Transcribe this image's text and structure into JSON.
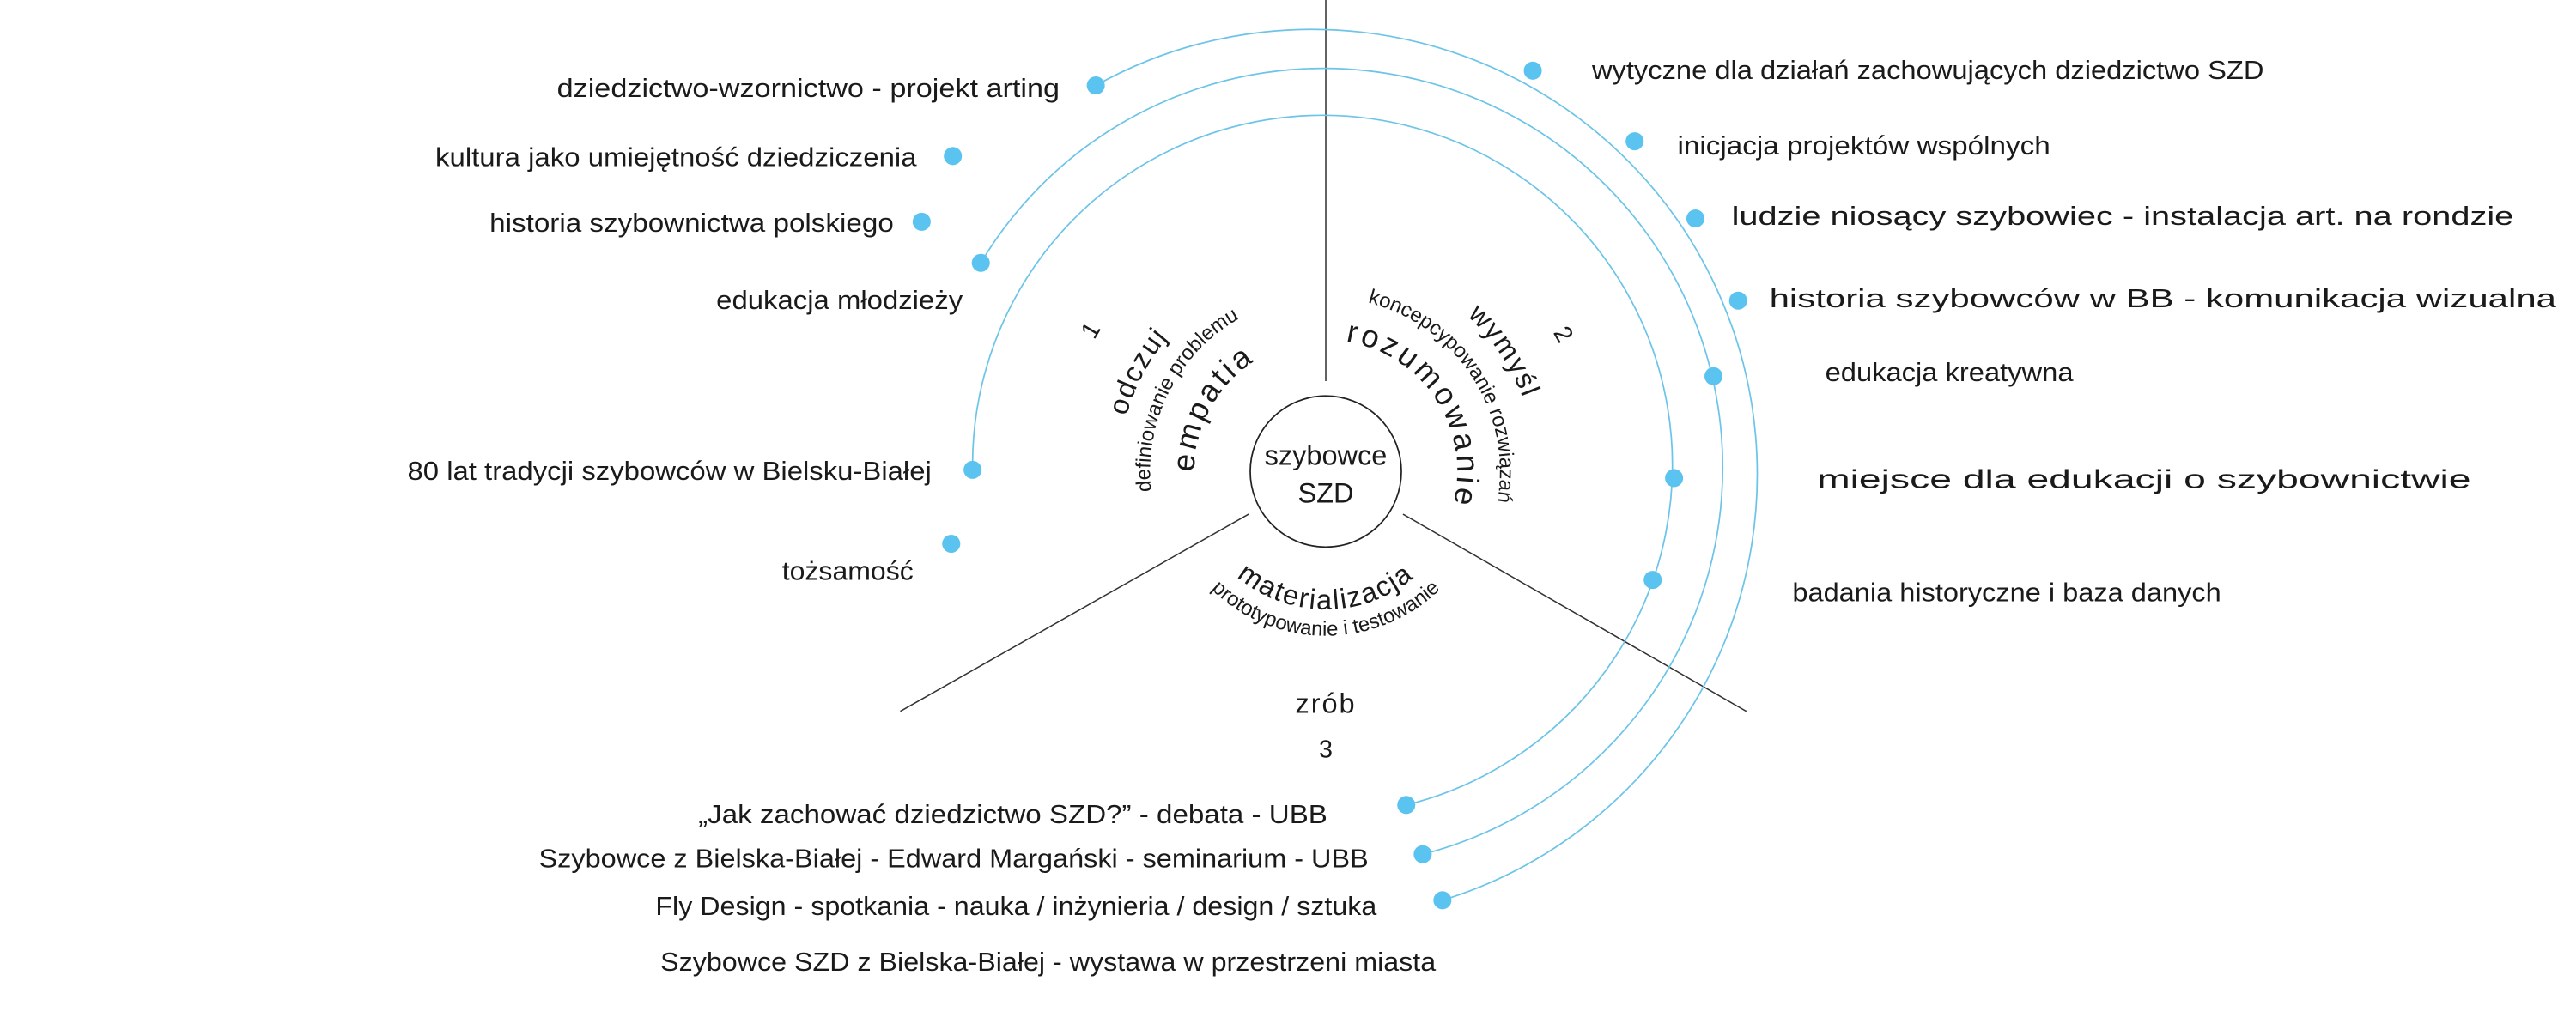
{
  "center": {
    "line1": "szybowce",
    "line2": "SZD"
  },
  "stages": {
    "one": {
      "number": "1",
      "verb": "odczuj",
      "subtitle": "definiowanie problemu",
      "title": "empatia"
    },
    "two": {
      "number": "2",
      "verb": "wymyśl",
      "subtitle": "koncepcypowanie rozwiązań",
      "title": "rozumowanie"
    },
    "three": {
      "number": "3",
      "verb": "zrób",
      "subtitle": "prototypowanie i testowanie",
      "title": "materializacja"
    }
  },
  "left_items": [
    "dziedzictwo-wzornictwo - projekt arting",
    "kultura jako umiejętność dziedziczenia",
    "historia szybownictwa polskiego",
    "edukacja młodzieży",
    "80 lat tradycji szybowców w Bielsku-Białej",
    "tożsamość"
  ],
  "right_items": [
    "wytyczne dla działań zachowujących dziedzictwo SZD",
    "inicjacja projektów wspólnych",
    "ludzie niosący szybowiec - instalacja art. na rondzie",
    "historia szybowców w BB - komunikacja wizualna",
    "edukacja kreatywna",
    "miejsce dla edukacji o szybownictwie",
    "badania historyczne i baza danych"
  ],
  "bottom_items": [
    "„Jak zachować dziedzictwo SZD?” - debata - UBB",
    "Szybowce z Bielska-Białej - Edward Margański - seminarium - UBB",
    "Fly Design - spotkania - nauka / inżynieria / design / sztuka",
    "Szybowce SZD z Bielska-Białej - wystawa w przestrzeni miasta"
  ],
  "colors": {
    "accent": "#5bc3ef",
    "arc": "#6cc4e8",
    "text": "#1a1a1a"
  }
}
